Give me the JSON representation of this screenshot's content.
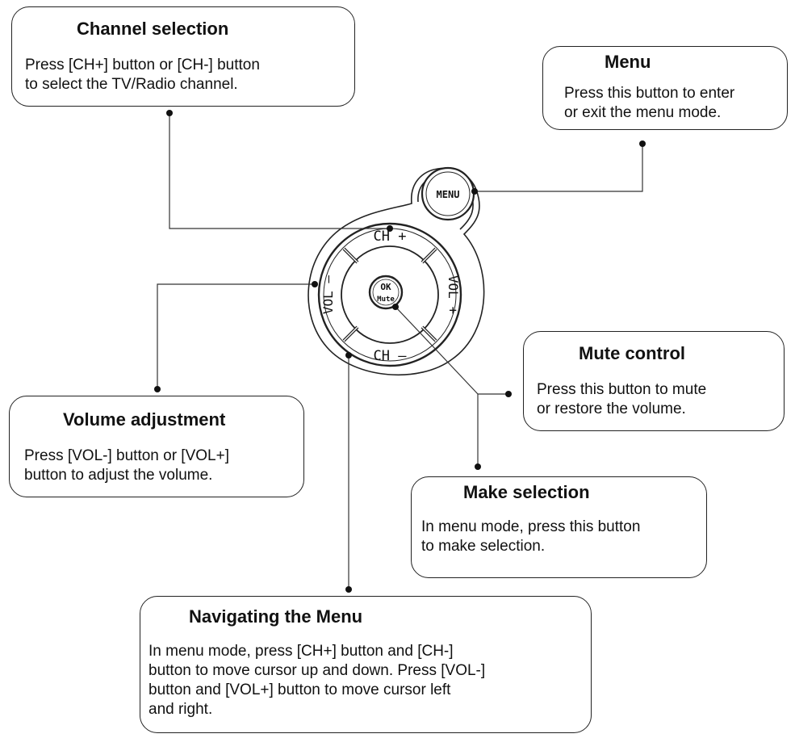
{
  "callouts": {
    "channel": {
      "title": "Channel selection",
      "body": "Press [CH+] button or [CH-] button\nto select the TV/Radio channel."
    },
    "menu": {
      "title": "Menu",
      "body": "Press this button to enter\nor exit the menu mode."
    },
    "mute": {
      "title": "Mute control",
      "body": "Press this button to mute\nor restore the volume."
    },
    "volume": {
      "title": "Volume adjustment",
      "body": "Press [VOL-] button or [VOL+]\nbutton to adjust the volume."
    },
    "select": {
      "title": "Make selection",
      "body": "In menu mode, press this button\nto make selection."
    },
    "navigate": {
      "title": "Navigating the Menu",
      "body": "In menu mode, press [CH+] button and [CH-]\nbutton to move cursor up and down. Press [VOL-]\nbutton and [VOL+] button to move cursor left\nand right."
    }
  },
  "remote": {
    "menu_label": "MENU",
    "ch_plus": "CH +",
    "ch_minus": "CH —",
    "vol_minus": "VOL —",
    "vol_plus": "VOL +",
    "ok_label": "OK",
    "mute_label": "Mute"
  }
}
